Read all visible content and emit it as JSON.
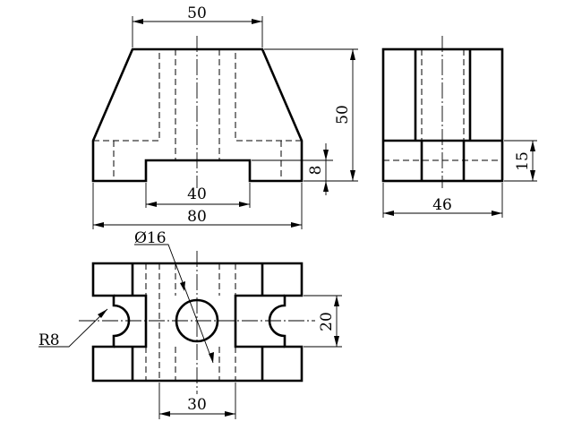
{
  "drawing": {
    "front_view": {
      "dim_top_width": "50",
      "dim_height": "50",
      "dim_slot_depth": "8",
      "dim_slot_width": "40",
      "dim_total_width": "80"
    },
    "side_view": {
      "dim_width": "46",
      "dim_base_height": "15"
    },
    "top_view": {
      "dim_hole_diameter": "Ø16",
      "dim_notch_radius": "R8",
      "dim_notch_width": "20",
      "dim_center_width": "30"
    }
  }
}
